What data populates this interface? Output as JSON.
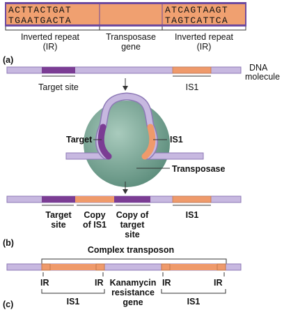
{
  "colors": {
    "dna": "#c7b8e0",
    "dna_edge": "#8d79b6",
    "repeat": "#ef9a6b",
    "target": "#7b3d94",
    "enzyme": "#6f9f8e",
    "sequence_bg": "#f0a070",
    "sequence_border": "#6e4a9e"
  },
  "panel_a": {
    "seq_left_top": "ACTTACTGAT",
    "seq_left_bottom": "TGAATGACTA",
    "seq_right_top": "ATCAGTAAGT",
    "seq_right_bottom": "TAGTCATTCA",
    "ir_left_line1": "Inverted repeat",
    "ir_left_line2": "(IR)",
    "transposase_line1": "Transposase",
    "transposase_line2": "gene",
    "ir_right_line1": "Inverted repeat",
    "ir_right_line2": "(IR)",
    "panel_label": "(a)"
  },
  "panel_b": {
    "dna_line1": "DNA",
    "dna_line2": "molecule",
    "target_site": "Target site",
    "is1": "IS1",
    "target": "Target",
    "is1_loop": "IS1",
    "transposase": "Transposase",
    "result_target_line1": "Target",
    "result_target_line2": "site",
    "copy_is1_line1": "Copy",
    "copy_is1_line2": "of IS1",
    "copy_target_line1": "Copy of",
    "copy_target_line2": "target",
    "copy_target_line3": "site",
    "result_is1": "IS1",
    "panel_label": "(b)"
  },
  "panel_c": {
    "title": "Complex transposon",
    "ir1": "IR",
    "ir2": "IR",
    "ir3": "IR",
    "ir4": "IR",
    "kan_line1": "Kanamycin",
    "kan_line2": "resistance",
    "kan_line3": "gene",
    "is1_left": "IS1",
    "is1_right": "IS1",
    "panel_label": "(c)"
  }
}
